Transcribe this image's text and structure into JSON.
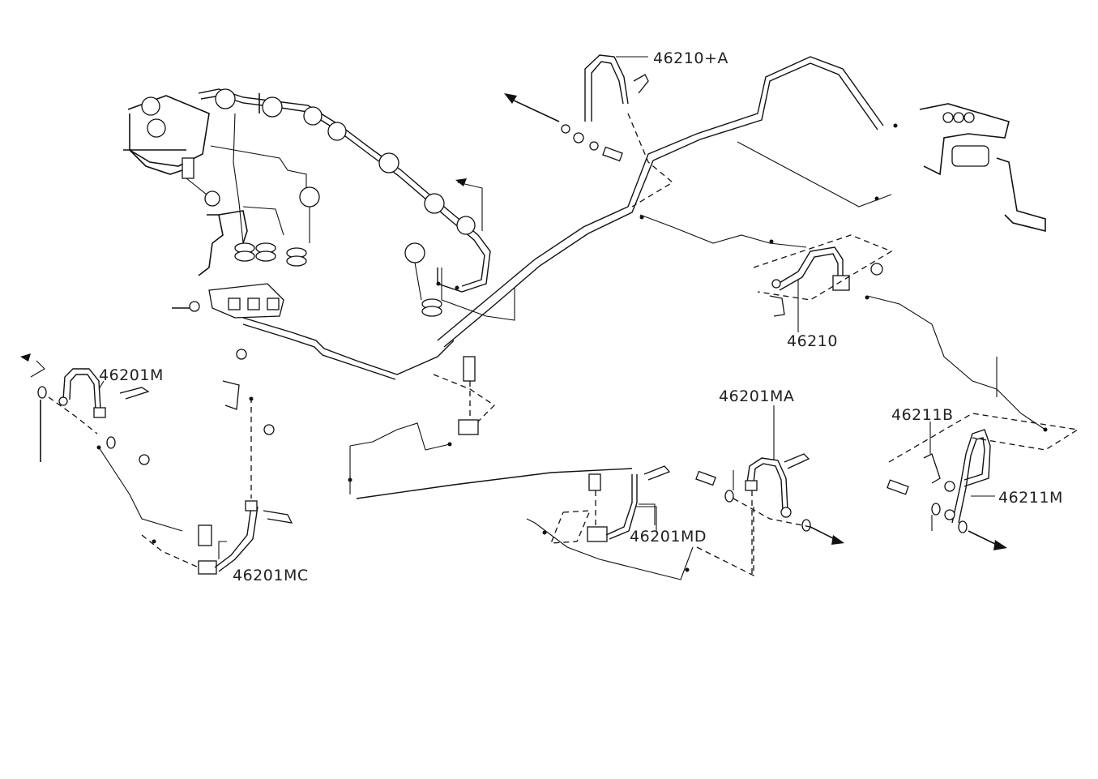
{
  "diagram": {
    "type": "parts-diagram",
    "subject": "Brake piping and hoses",
    "colors": {
      "line": "#111111",
      "background": "#ffffff",
      "label": "#222222"
    },
    "labels": [
      {
        "id": "46210A",
        "text": "46210+A"
      },
      {
        "id": "46210",
        "text": "46210"
      },
      {
        "id": "46201M",
        "text": "46201M"
      },
      {
        "id": "46201MA",
        "text": "46201MA"
      },
      {
        "id": "46201MC",
        "text": "46201MC"
      },
      {
        "id": "46201MD",
        "text": "46201MD"
      },
      {
        "id": "46211B",
        "text": "46211B"
      },
      {
        "id": "46211M",
        "text": "46211M"
      }
    ]
  }
}
